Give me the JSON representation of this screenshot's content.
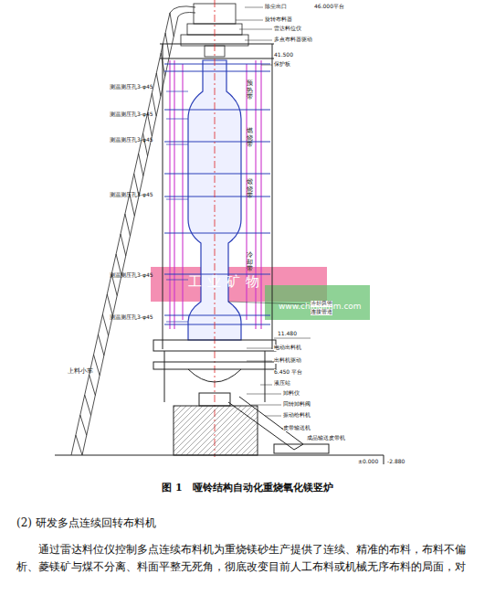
{
  "diagram": {
    "caption": "图 1　哑铃结构自动化重烧氧化镁竖炉",
    "labels": [
      "46.000平台",
      "41.500",
      "11.480",
      "6.450 平台",
      "±0.000",
      "-2.880",
      "测温测压孔3-φ45",
      "测温测压孔3-φ45",
      "测温测压孔3-φ45",
      "测温测压孔3-φ45",
      "测温测压孔3-φ45",
      "测温测压孔3-φ45",
      "上料小车",
      "除尘出口",
      "旋转布料器",
      "雷达料位仪",
      "多点布料器驱动",
      "保护板",
      "冷却风管",
      "连接管道",
      "电动出料机",
      "出料机驱动",
      "液压站",
      "卸料仪",
      "回转卸料阀",
      "振动给料机",
      "皮带输送机",
      "成品输送皮带机",
      "预热带",
      "燃烧带",
      "煅烧带",
      "冷却带",
      "工业矿物",
      "www.chinaimm.com",
      "(2) 研发多点连续回转布料机",
      "通过雷达料位仪控制多点连续布料机为重烧镁砂生产提供了连续、精准的布料，布料不偏析、菱镁矿与煤不分离、料面平整无死角，彻底改变目前人工布料或机械无序布料的局面，对"
    ]
  }
}
